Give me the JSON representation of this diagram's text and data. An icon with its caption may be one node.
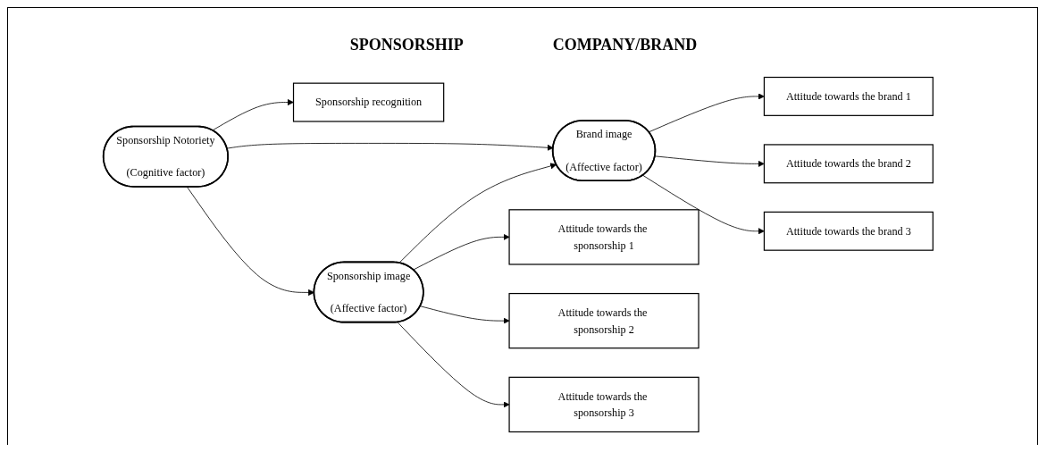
{
  "diagram": {
    "nodes": [
      {
        "text": [
          "Sponsorship recognition"
        ]
      },
      {
        "text": [
          "Sponsorship Notoriety",
          "(Cognitive factor)"
        ]
      },
      {
        "text": [
          "Attitude towards the sponsorship 1"
        ]
      },
      {
        "text": [
          "Attitude towards the sponsorship 2"
        ]
      },
      {
        "text": [
          "Attitude towards the sponsorship 3"
        ]
      },
      {
        "text": [
          "Sponsorship image",
          "(Affective factor)"
        ]
      },
      {
        "text": [
          "Brand image",
          "(Affective factor)"
        ]
      },
      {
        "text": [
          "Attitude towards the brand 1"
        ]
      },
      {
        "text": [
          "Attitude towards the brand 2"
        ]
      },
      {
        "text": [
          "Attitude towards the brand 3"
        ]
      }
    ],
    "edges": [
      {
        "from": 1,
        "to": 0,
        "arrow": "to"
      },
      {
        "from": 1,
        "to": 5,
        "arrow": "to"
      },
      {
        "from": 1,
        "to": 6,
        "arrow": "to"
      },
      {
        "from": 5,
        "to": 2,
        "arrow": "to"
      },
      {
        "from": 5,
        "to": 3,
        "arrow": "to"
      },
      {
        "from": 5,
        "to": 4,
        "arrow": "to"
      },
      {
        "from": 5,
        "to": 6,
        "arrow": "to"
      },
      {
        "from": 6,
        "to": 7,
        "arrow": "to"
      },
      {
        "from": 6,
        "to": 8,
        "arrow": "to"
      },
      {
        "from": 6,
        "to": 9,
        "arrow": "to"
      }
    ],
    "labels": [
      "SPONSORSHIP",
      "COMPANY/BRAND"
    ]
  }
}
